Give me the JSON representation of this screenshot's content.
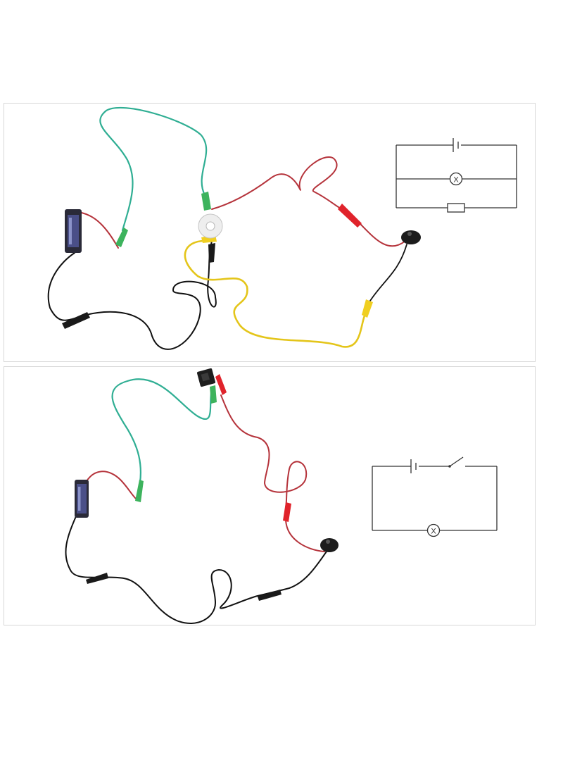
{
  "colors": {
    "wire_green": "#2fae93",
    "wire_red": "#b5333b",
    "wire_black": "#111111",
    "wire_yellow": "#e4c51a",
    "clip_green": "#3db35d",
    "clip_red": "#e0232b",
    "clip_black": "#1a1a1a",
    "clip_yellow": "#f0cf21",
    "schematic_line": "#333333",
    "panel_border": "#d7d7d7"
  },
  "panels": [
    {
      "components": [
        "battery-holder-icon",
        "bulb-holder-icon",
        "buzzer-icon"
      ],
      "schematic": {
        "symbols": [
          "battery-symbol",
          "lamp-symbol",
          "resistor-symbol"
        ]
      },
      "lamp_symbol_text": "X"
    },
    {
      "components": [
        "battery-holder-icon",
        "switch-icon",
        "buzzer-icon"
      ],
      "schematic": {
        "symbols": [
          "battery-symbol",
          "switch-symbol",
          "lamp-symbol"
        ]
      },
      "lamp_symbol_text": "X"
    }
  ]
}
